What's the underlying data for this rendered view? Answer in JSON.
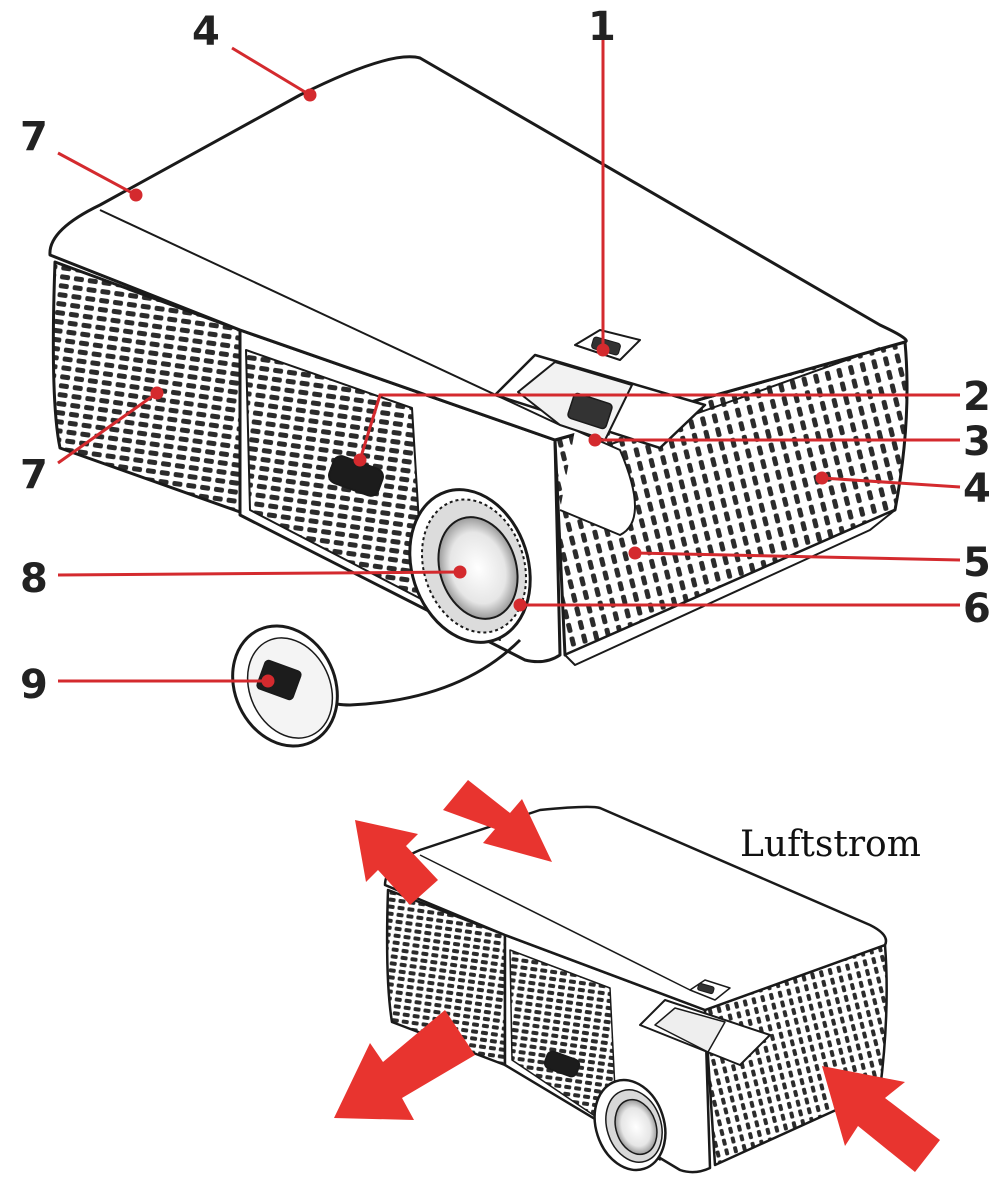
{
  "colors": {
    "callout": "#d42a2e",
    "arrow": "#e8342f",
    "outline": "#1a1a1a",
    "body_fill": "#ffffff",
    "vent": "#2b2b2b"
  },
  "callouts": [
    {
      "id": "1",
      "label": "1"
    },
    {
      "id": "2",
      "label": "2"
    },
    {
      "id": "3",
      "label": "3"
    },
    {
      "id": "4a",
      "label": "4"
    },
    {
      "id": "4b",
      "label": "4"
    },
    {
      "id": "5",
      "label": "5"
    },
    {
      "id": "6",
      "label": "6"
    },
    {
      "id": "7a",
      "label": "7"
    },
    {
      "id": "7b",
      "label": "7"
    },
    {
      "id": "8",
      "label": "8"
    },
    {
      "id": "9",
      "label": "9"
    }
  ],
  "airflow": {
    "label": "Luftstrom"
  }
}
